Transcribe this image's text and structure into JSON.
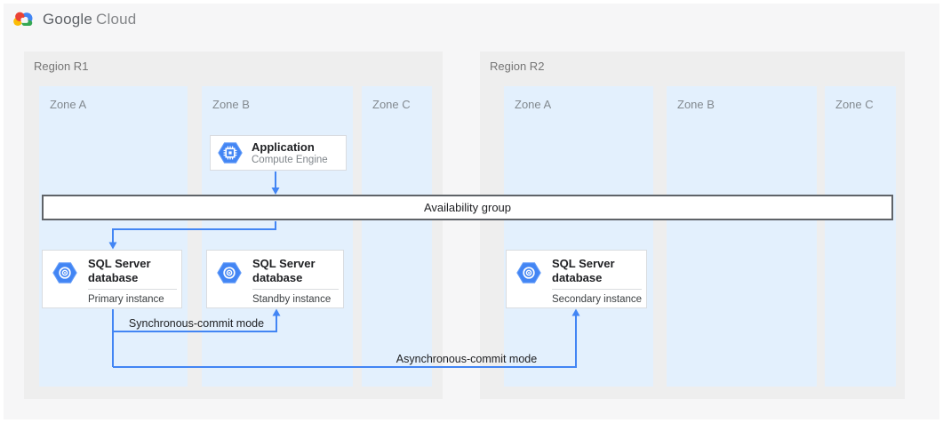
{
  "logo": {
    "part1": "Google",
    "part2": "Cloud"
  },
  "regions": [
    {
      "label": "Region R1",
      "zones": [
        {
          "label": "Zone A"
        },
        {
          "label": "Zone B"
        },
        {
          "label": "Zone C"
        }
      ]
    },
    {
      "label": "Region R2",
      "zones": [
        {
          "label": "Zone A"
        },
        {
          "label": "Zone B"
        },
        {
          "label": "Zone C"
        }
      ]
    }
  ],
  "nodes": {
    "application": {
      "title": "Application",
      "subtitle": "Compute Engine",
      "icon": "compute-engine-hexagon-icon"
    },
    "availability_group": {
      "label": "Availability group"
    },
    "databases": [
      {
        "title": "SQL Server database",
        "subtitle": "Primary instance",
        "icon": "sql-server-hexagon-icon"
      },
      {
        "title": "SQL Server database",
        "subtitle": "Standby instance",
        "icon": "sql-server-hexagon-icon"
      },
      {
        "title": "SQL Server database",
        "subtitle": "Secondary instance",
        "icon": "sql-server-hexagon-icon"
      }
    ]
  },
  "edges": {
    "sync_label": "Synchronous-commit mode",
    "async_label": "Asynchronous-commit mode"
  },
  "colors": {
    "arrow_blue": "#4285f4",
    "icon_blue": "#4285f4",
    "zone_bg": "#e3f0fd",
    "region_bg": "#eeeeee",
    "page_bg": "#f6f6f7",
    "bar_border": "#5f6368"
  }
}
